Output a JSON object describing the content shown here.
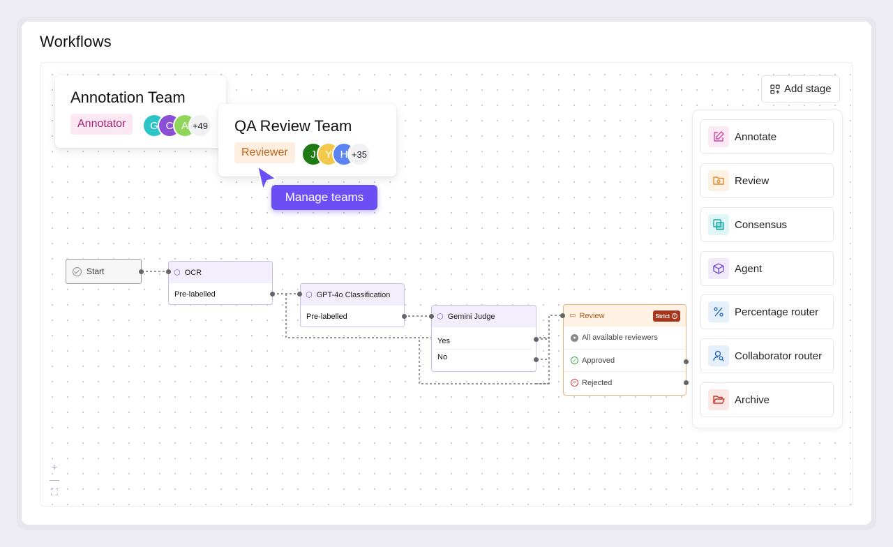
{
  "page": {
    "title": "Workflows"
  },
  "teams": [
    {
      "name": "Annotation Team",
      "role": "Annotator",
      "avatars": [
        {
          "initial": "G",
          "color": "#2cc4c4"
        },
        {
          "initial": "C",
          "color": "#8a4fd6"
        },
        {
          "initial": "A",
          "color": "#8fd65a"
        }
      ],
      "more": "+49"
    },
    {
      "name": "QA Review Team",
      "role": "Reviewer",
      "avatars": [
        {
          "initial": "J",
          "color": "#1f7a14"
        },
        {
          "initial": "Y",
          "color": "#f2c94c"
        },
        {
          "initial": "H",
          "color": "#5b84f0"
        }
      ],
      "more": "+35"
    }
  ],
  "manage_teams": {
    "label": "Manage teams"
  },
  "nodes": {
    "start": {
      "label": "Start"
    },
    "ocr": {
      "title": "OCR",
      "output": "Pre-labelled"
    },
    "gpt": {
      "title": "GPT-4o Classification",
      "output": "Pre-labelled"
    },
    "gemini": {
      "title": "Gemini Judge",
      "yes": "Yes",
      "no": "No"
    },
    "review": {
      "title": "Review",
      "badge": "Strict",
      "reviewers": "All available reviewers",
      "approved": "Approved",
      "rejected": "Rejected"
    }
  },
  "add_stage": {
    "label": "Add stage"
  },
  "stages": [
    {
      "label": "Annotate",
      "icon": "pencil-square-icon",
      "color": "#d13fa6",
      "bg": "#fbe9f4"
    },
    {
      "label": "Review",
      "icon": "folder-eye-icon",
      "color": "#e08a2a",
      "bg": "#fdf1e4"
    },
    {
      "label": "Consensus",
      "icon": "overlap-squares-icon",
      "color": "#1aa7a7",
      "bg": "#e0f6f6"
    },
    {
      "label": "Agent",
      "icon": "cube-icon",
      "color": "#7a4fd6",
      "bg": "#f0eafb"
    },
    {
      "label": "Percentage router",
      "icon": "percent-icon",
      "color": "#2a6fbf",
      "bg": "#e6f0fb"
    },
    {
      "label": "Collaborator router",
      "icon": "user-search-icon",
      "color": "#2a6fbf",
      "bg": "#e6f0fb"
    },
    {
      "label": "Archive",
      "icon": "open-folder-icon",
      "color": "#c8322a",
      "bg": "#fbe8e6"
    }
  ],
  "colors": {
    "accent": "#6b4ff5",
    "annotator_badge_bg": "#fce8f2",
    "annotator_badge_text": "#a0246c",
    "reviewer_badge_bg": "#fdeee0",
    "reviewer_badge_text": "#c0651c"
  }
}
